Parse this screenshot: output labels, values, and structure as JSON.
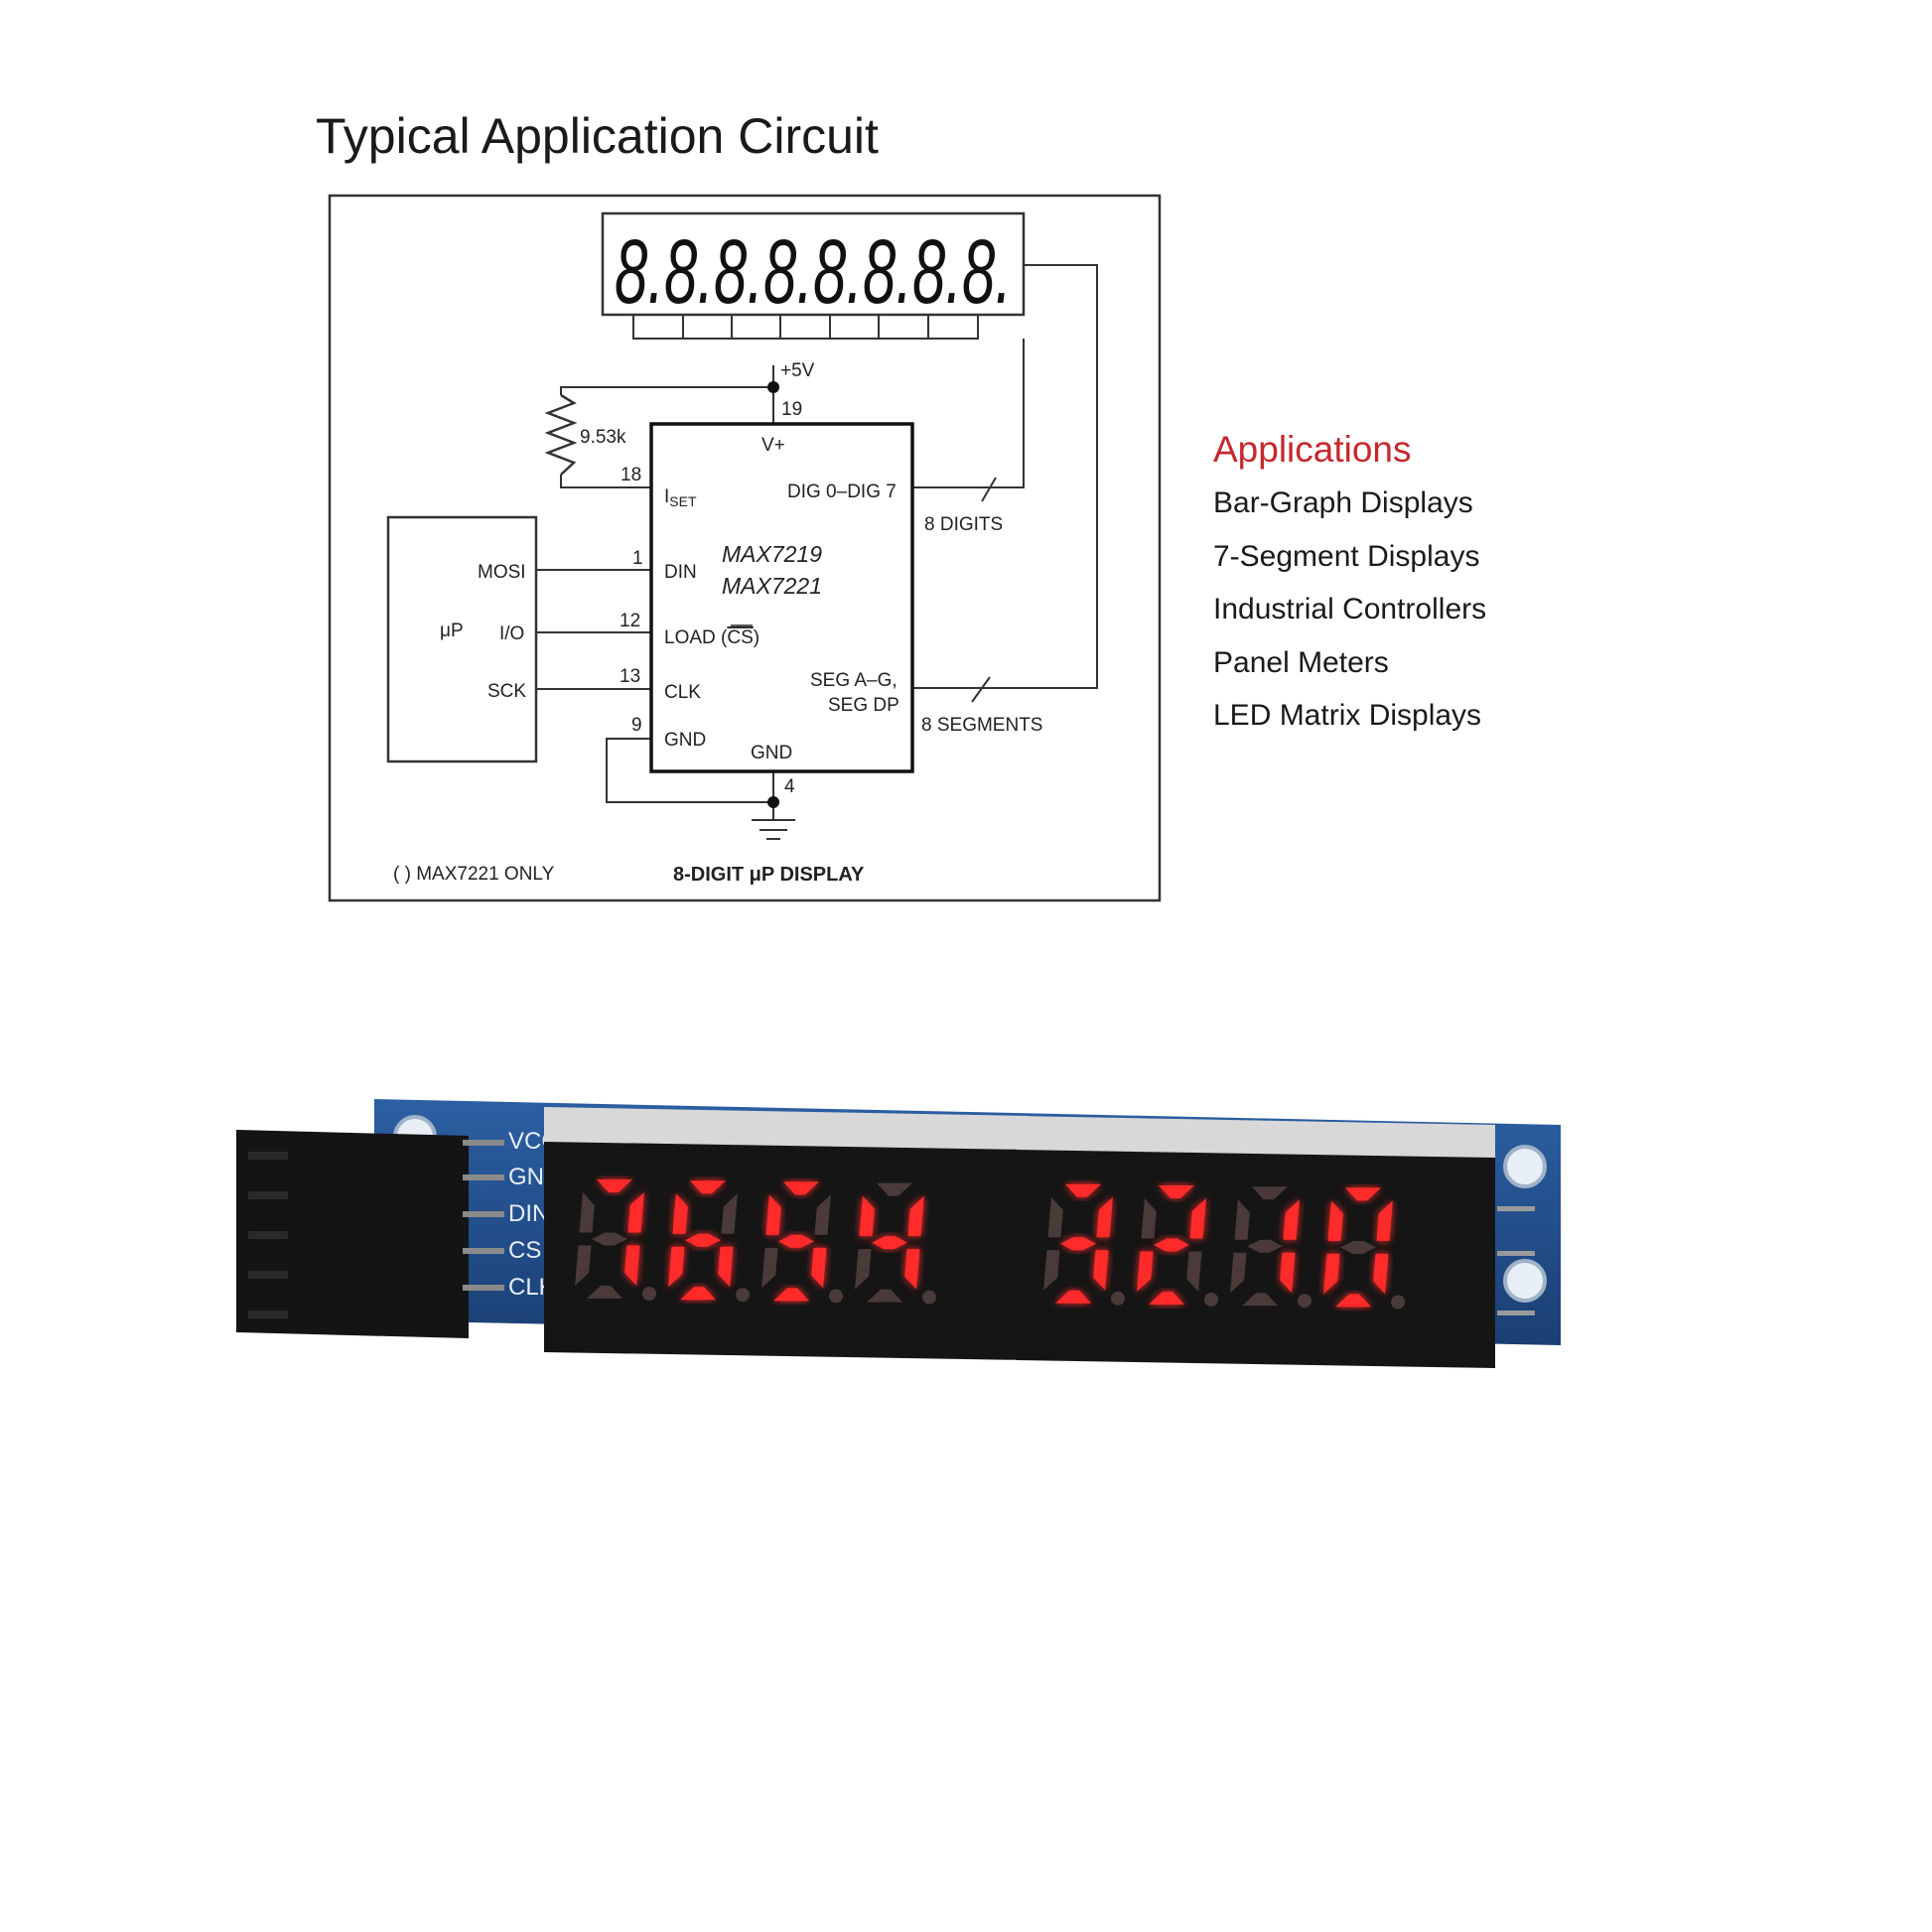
{
  "title": "Typical Application Circuit",
  "circuit": {
    "display_digits": "8.8.8.8.8.8.8.8.",
    "pin_vplus_label": "+5V",
    "pin_19": "19",
    "vplus": "V+",
    "resistor_value": "9.53k",
    "pin_18": "18",
    "iset_main": "I",
    "iset_sub": "SET",
    "dig_label": "DIG 0–DIG 7",
    "digits_bus": "8 DIGITS",
    "chip_name_1": "MAX7219",
    "chip_name_2": "MAX7221",
    "pin_1": "1",
    "din": "DIN",
    "pin_12": "12",
    "load": "LOAD (",
    "cs": "CS",
    "load_close": ")",
    "pin_13": "13",
    "clk": "CLK",
    "pin_9": "9",
    "gnd_left": "GND",
    "gnd_bottom": "GND",
    "pin_4": "4",
    "seg_label_1": "SEG A–G,",
    "seg_label_2": "SEG DP",
    "segments_bus": "8 SEGMENTS",
    "up_label": "μP",
    "mosi": "MOSI",
    "io": "I/O",
    "sck": "SCK",
    "footnote": "( ) MAX7221 ONLY",
    "caption": "8-DIGIT μP DISPLAY"
  },
  "applications": {
    "title": "Applications",
    "items": [
      "Bar-Graph Displays",
      "7-Segment Displays",
      "Industrial Controllers",
      "Panel Meters",
      "LED Matrix Displays"
    ]
  },
  "module": {
    "pin_labels": [
      "VCC",
      "GND",
      "DIN",
      "CS",
      "CLK"
    ],
    "digits": [
      "7",
      "6",
      "5",
      "4",
      "3",
      "2",
      "1",
      "0"
    ],
    "colors": {
      "led_on": "#ff2b2b",
      "led_off": "#4a3a3a",
      "pcb": "#1f4e8c",
      "display_body": "#151515"
    }
  }
}
